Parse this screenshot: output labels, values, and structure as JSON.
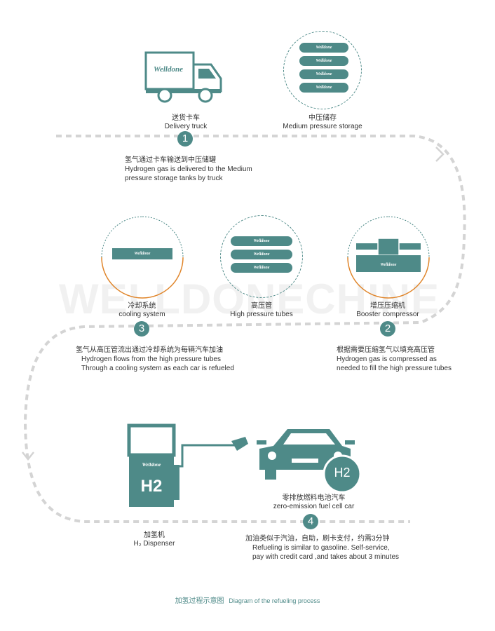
{
  "watermark": "WELLDONECHINE",
  "brand": "Welldone",
  "nodes": {
    "truck": {
      "zh": "送货卡车",
      "en": "Delivery truck"
    },
    "medium_storage": {
      "zh": "中压储存",
      "en": "Medium pressure storage"
    },
    "cooling": {
      "zh": "冷却系统",
      "en": "cooling system"
    },
    "hp_tubes": {
      "zh": "高压管",
      "en": "High pressure tubes"
    },
    "compressor": {
      "zh": "增压压缩机",
      "en": "Booster compressor"
    },
    "dispenser": {
      "zh": "加氢机",
      "en": "H₂ Dispenser",
      "sign": "H2"
    },
    "car": {
      "zh": "零排放燃料电池汽车",
      "en": "zero-emission fuel cell car",
      "badge": "H2"
    }
  },
  "steps": {
    "s1": {
      "num": "1",
      "zh": "氢气通过卡车输送到中压储罐",
      "en1": "Hydrogen gas is delivered to the Medium",
      "en2": "pressure storage tanks by truck"
    },
    "s2": {
      "num": "2",
      "zh": "根据需要压缩氢气以填充高压管",
      "en1": "Hydrogen gas is compressed as",
      "en2": "needed to fill the high pressure tubes"
    },
    "s3": {
      "num": "3",
      "zh": "氢气从高压管流出通过冷却系统为每辆汽车加油",
      "en1": "Hydrogen flows from the high pressure tubes",
      "en2": "Through a cooling system as each car is refueled"
    },
    "s4": {
      "num": "4",
      "zh": "加油类似于汽油，自助，刷卡支付，约需3分钟",
      "en1": "Refueling is similar to gasoline. Self-service,",
      "en2": "pay with credit card ,and takes about 3 minutes"
    }
  },
  "caption": {
    "zh": "加氢过程示意图",
    "en": "Diagram of the refueling process"
  },
  "colors": {
    "teal": "#4e8a88",
    "orange": "#e0852a",
    "dash": "#d4d4d4"
  }
}
